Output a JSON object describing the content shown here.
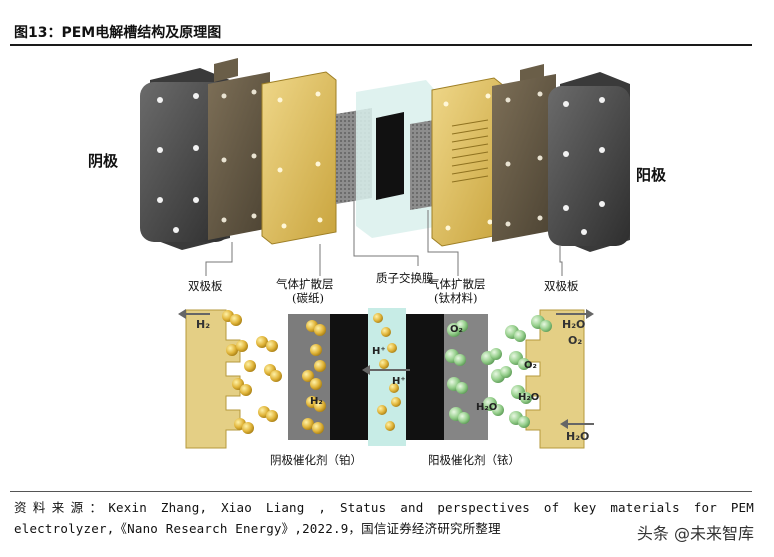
{
  "figure": {
    "title": "图13：PEM电解槽结构及原理图"
  },
  "labels": {
    "cathode": "阴极",
    "anode": "阳极",
    "bipolar_left": "双极板",
    "bipolar_right": "双极板",
    "gdl_left_1": "气体扩散层",
    "gdl_left_2": "(碳纸)",
    "membrane": "质子交换膜",
    "gdl_right_1": "气体扩散层",
    "gdl_right_2": "(钛材料)",
    "cathode_catalyst": "阴极催化剂（铂）",
    "anode_catalyst": "阳极催化剂（铱）"
  },
  "molecules": {
    "h2": "H₂",
    "h_plus": "H⁺",
    "o2": "O₂",
    "h2o": "H₂O"
  },
  "source": {
    "line1": "资料来源：Kexin Zhang, Xiao Liang , Status and perspectives of key materials for PEM",
    "line2": "electrolyzer,《Nano Research Energy》,2022.9，国信证券经济研究所整理"
  },
  "watermark": "头条 @未来智库",
  "colors": {
    "gold": "#d9b54a",
    "plate": "#4a4a4a",
    "green": "#9fd39a",
    "membrane": "#bfe6e0"
  }
}
